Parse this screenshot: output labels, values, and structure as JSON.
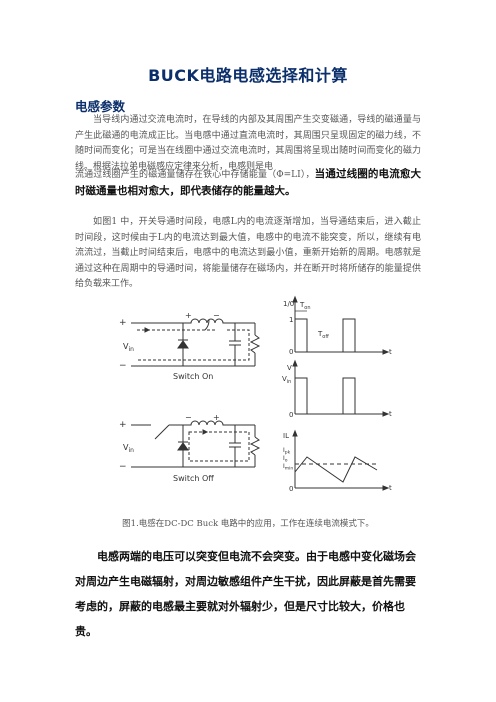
{
  "doc": {
    "title": "BUCK电路电感选择和计算",
    "section": "电感参数",
    "para1": "当导线内通过交流电流时，在导线的内部及其周围产生交变磁通，导线的磁通量与产生此磁通的电流成正比。当电感中通过直流电流时，其周围只呈现固定的磁力线，不随时间而变化；可是当在线圈中通过交流电流时，其周围将呈现出随时间而变化的磁力线。根据法拉弟电磁感应定律来分析，电感则是电",
    "para2_normal": "流通过线圈产生的磁通量储存在铁心中存储能量（Φ=LI），",
    "para2_bold": "当通过线圈的电流愈大时磁通量也相对愈大，即代表储存的能量越大。",
    "para3": "如图1 中，开关导通时间段，电感L内的电流逐渐增加，当导通结束后，进入截止时间段，这时候由于L内的电流达到最大值，电感中的电流不能突变，所以，继续有电流流过，当截止时间结束后，电感中的电流达到最小值，重新开始新的周期。电感就是通过这种在周期中的导通时间，将能量储存在磁场内，并在断开时将所储存的能量提供给负载来工作。",
    "caption": "图1.电感在DC-DC Buck 电路中的应用，工作在连续电流模式下。",
    "bold_para": "电感两端的电压可以突变但电流不会突变。由于电感中变化磁场会对周边产生电磁辐射，对周边敏感组件产生干扰，因此屏蔽是首先需要考虑的，屏蔽的电感最主要就对外辐射少，但是尺寸比较大，价格也贵。"
  },
  "figure": {
    "switch_on_label": "Switch On",
    "switch_off_label": "Switch Off",
    "plus": "+",
    "minus": "−",
    "vin": "V",
    "vin_sub": "in",
    "g1_ylabel": "1/0",
    "g1_ton": "T",
    "g1_ton_sub": "on",
    "g1_toff": "T",
    "g1_toff_sub": "off",
    "g1_one": "1",
    "g1_zero": "0",
    "g2_ylabel": "V",
    "g2_vin": "V",
    "g2_vin_sub": "in",
    "g2_zero": "0",
    "g3_ylabel": "IL",
    "g3_ipk": "I",
    "g3_ipk_sub": "pk",
    "g3_io": "I",
    "g3_io_sub": "o",
    "g3_imin": "I",
    "g3_imin_sub": "min",
    "g3_zero": "0",
    "t": "t"
  }
}
